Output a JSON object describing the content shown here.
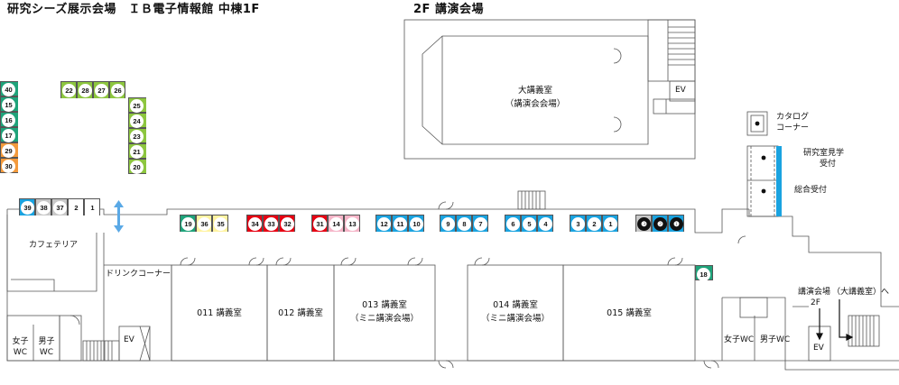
{
  "header": {
    "title_left": "研究シーズ展示会場　ＩＢ電子情報館 中棟1F",
    "title_right": "2F 講演会場"
  },
  "colors": {
    "blue": "#1aa3e0",
    "green": "#8dc63f",
    "teal": "#1fa37a",
    "orange": "#f39a3c",
    "gray": "#c8c8c8",
    "light": "#ffffff",
    "yellow": "#fff3a0",
    "red": "#e60012",
    "pink": "#f5b5c8",
    "lightblue": "#8ec9ea"
  },
  "booth_rows": [
    {
      "id": "row-top-left-green",
      "booths": [
        {
          "n": "22",
          "c": "green"
        },
        {
          "n": "28",
          "c": "green"
        },
        {
          "n": "27",
          "c": "green"
        },
        {
          "n": "26",
          "c": "green"
        }
      ]
    },
    {
      "id": "row-cafe",
      "booths": [
        {
          "n": "39",
          "c": "blue"
        },
        {
          "n": "38",
          "c": "gray"
        },
        {
          "n": "37",
          "c": "gray"
        },
        {
          "n": "2",
          "c": "light"
        },
        {
          "n": "1",
          "c": "light"
        }
      ]
    },
    {
      "id": "row-19",
      "booths": [
        {
          "n": "19",
          "c": "teal"
        },
        {
          "n": "36",
          "c": "yellow"
        },
        {
          "n": "35",
          "c": "yellow"
        }
      ]
    },
    {
      "id": "row-34",
      "booths": [
        {
          "n": "34",
          "c": "red"
        },
        {
          "n": "33",
          "c": "red"
        },
        {
          "n": "32",
          "c": "red"
        }
      ]
    },
    {
      "id": "row-31",
      "booths": [
        {
          "n": "31",
          "c": "red"
        },
        {
          "n": "14",
          "c": "pink"
        },
        {
          "n": "13",
          "c": "pink"
        }
      ]
    },
    {
      "id": "row-12",
      "booths": [
        {
          "n": "12",
          "c": "blue"
        },
        {
          "n": "11",
          "c": "blue"
        },
        {
          "n": "10",
          "c": "blue"
        }
      ]
    },
    {
      "id": "row-9",
      "booths": [
        {
          "n": "9",
          "c": "blue"
        },
        {
          "n": "8",
          "c": "blue"
        },
        {
          "n": "7",
          "c": "blue"
        }
      ]
    },
    {
      "id": "row-6",
      "booths": [
        {
          "n": "6",
          "c": "blue"
        },
        {
          "n": "5",
          "c": "blue"
        },
        {
          "n": "4",
          "c": "blue"
        }
      ]
    },
    {
      "id": "row-3",
      "booths": [
        {
          "n": "3",
          "c": "blue"
        },
        {
          "n": "2",
          "c": "blue"
        },
        {
          "n": "1",
          "c": "blue"
        }
      ]
    },
    {
      "id": "row-black",
      "booths": [
        {
          "n": "❸",
          "c": "gray"
        },
        {
          "n": "❷",
          "c": "blue"
        },
        {
          "n": "❶",
          "c": "blue"
        }
      ]
    }
  ],
  "booth_cols": [
    {
      "id": "col-left",
      "booths": [
        {
          "n": "40",
          "c": "teal"
        },
        {
          "n": "15",
          "c": "teal"
        },
        {
          "n": "16",
          "c": "teal"
        },
        {
          "n": "17",
          "c": "teal"
        },
        {
          "n": "29",
          "c": "orange"
        },
        {
          "n": "30",
          "c": "orange"
        }
      ]
    },
    {
      "id": "col-green",
      "booths": [
        {
          "n": "25",
          "c": "green"
        },
        {
          "n": "24",
          "c": "green"
        },
        {
          "n": "23",
          "c": "green"
        },
        {
          "n": "21",
          "c": "green"
        },
        {
          "n": "20",
          "c": "green"
        }
      ]
    }
  ],
  "booth_18": {
    "n": "18",
    "c": "teal"
  },
  "rooms": {
    "r011": "011 講義室",
    "r012": "012 講義室",
    "r013": "013 講義室",
    "r013_sub": "（ミニ講演会場）",
    "r014": "014 講義室",
    "r014_sub": "（ミニ講演会場）",
    "r015": "015 講義室",
    "main_hall": "大講義室",
    "main_hall_sub": "（講演会会場）"
  },
  "labels": {
    "cafeteria": "カフェテリア",
    "drink_corner": "ドリンクコーナー",
    "women_wc_1": "女子",
    "women_wc_2": "WC",
    "men_wc_1": "男子",
    "men_wc_2": "WC",
    "ev_left": "EV",
    "ev_2f": "EV",
    "ev_right": "EV",
    "catalog_1": "カタログ",
    "catalog_2": "コーナー",
    "lab_tour_1": "研究室見学",
    "lab_tour_2": "受付",
    "general_reception": "総合受付",
    "women_wc_right": "女子WC",
    "men_wc_right": "男子WC",
    "lecture_2f_1": "講演会場",
    "lecture_2f_2": "2F",
    "to_main_hall": "（大講義室）へ"
  }
}
